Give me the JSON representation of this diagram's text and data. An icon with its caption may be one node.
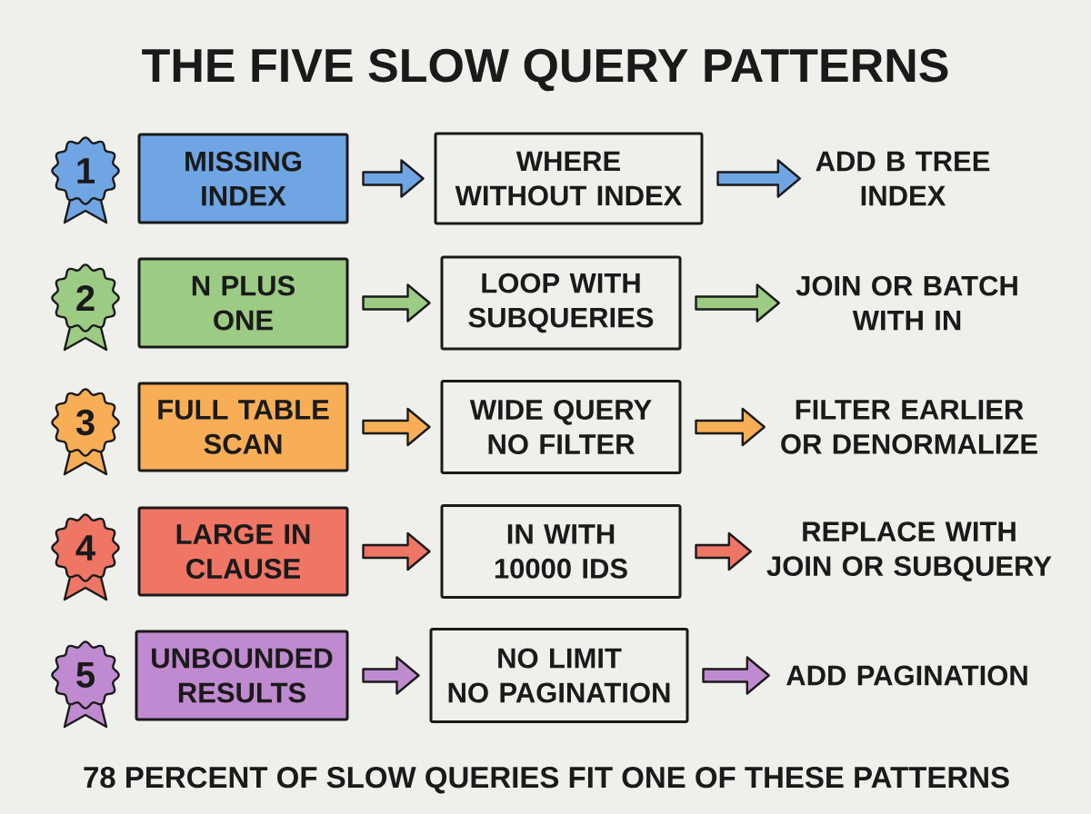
{
  "diagram": {
    "title": "THE FIVE SLOW QUERY PATTERNS",
    "caption": "78 PERCENT OF SLOW QUERIES FIT ONE OF THESE PATTERNS",
    "nodes": [
      {
        "text": [
          "1"
        ]
      },
      {
        "text": [
          "MISSING INDEX"
        ]
      },
      {
        "text": [
          "WHERE WITHOUT INDEX"
        ]
      },
      {
        "text": [
          "ADD B TREE INDEX"
        ]
      },
      {
        "text": [
          "2"
        ]
      },
      {
        "text": [
          "N PLUS ONE"
        ]
      },
      {
        "text": [
          "LOOP WITH SUBQUERIES"
        ]
      },
      {
        "text": [
          "JOIN OR BATCH WITH IN"
        ]
      },
      {
        "text": [
          "3"
        ]
      },
      {
        "text": [
          "FULL TABLE SCAN"
        ]
      },
      {
        "text": [
          "WIDE QUERY NO FILTER"
        ]
      },
      {
        "text": [
          "FILTER EARLIER OR DENORMALIZE"
        ]
      },
      {
        "text": [
          "4"
        ]
      },
      {
        "text": [
          "LARGE IN CLAUSE"
        ]
      },
      {
        "text": [
          "IN WITH 10000 IDS"
        ]
      },
      {
        "text": [
          "REPLACE WITH JOIN OR SUBQUERY"
        ]
      },
      {
        "text": [
          "5"
        ]
      },
      {
        "text": [
          "UNBOUNDED RESULTS"
        ]
      },
      {
        "text": [
          "NO LIMIT NO PAGINATION"
        ]
      },
      {
        "text": [
          "ADD PAGINATION"
        ]
      }
    ],
    "edges": [
      {
        "from": 1,
        "to": 2,
        "arrow": "to",
        "color": "#6fa5e3"
      },
      {
        "from": 2,
        "to": 3,
        "arrow": "to",
        "color": "#6fa5e3"
      },
      {
        "from": 5,
        "to": 6,
        "arrow": "to",
        "color": "#9ccb84"
      },
      {
        "from": 6,
        "to": 7,
        "arrow": "to",
        "color": "#9ccb84"
      },
      {
        "from": 9,
        "to": 10,
        "arrow": "to",
        "color": "#f7ae57"
      },
      {
        "from": 10,
        "to": 11,
        "arrow": "to",
        "color": "#f7ae57"
      },
      {
        "from": 13,
        "to": 14,
        "arrow": "to",
        "color": "#ef7565"
      },
      {
        "from": 14,
        "to": 15,
        "arrow": "to",
        "color": "#ef7565"
      },
      {
        "from": 17,
        "to": 18,
        "arrow": "to",
        "color": "#c08ad0"
      },
      {
        "from": 18,
        "to": 19,
        "arrow": "to",
        "color": "#c08ad0"
      }
    ]
  }
}
